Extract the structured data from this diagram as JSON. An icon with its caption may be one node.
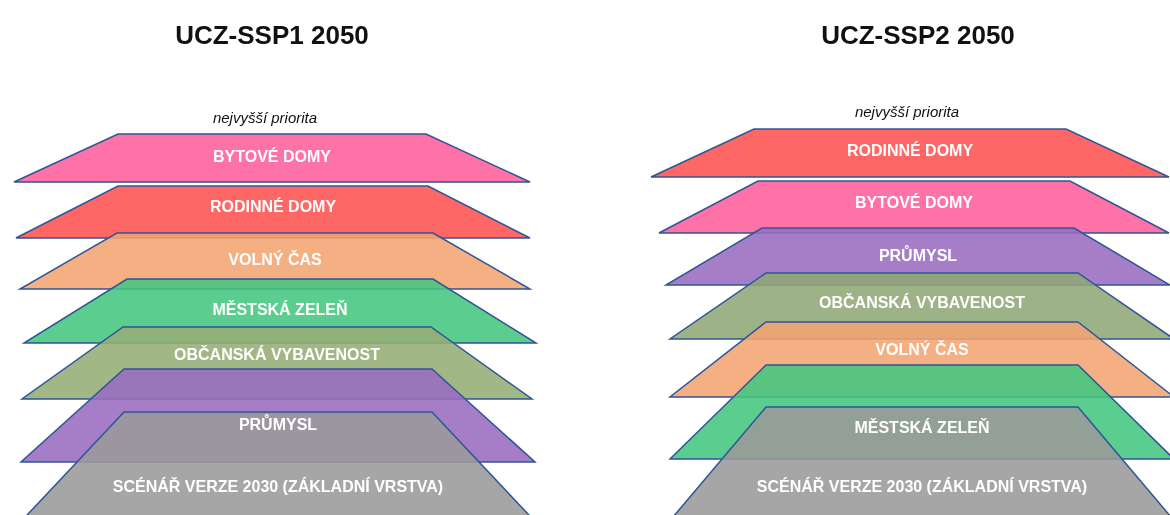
{
  "diagram": {
    "nodes": [
      {
        "text": [
          "BYTOVÉ DOMY"
        ]
      },
      {
        "text": [
          "RODINNÉ DOMY"
        ]
      },
      {
        "text": [
          "VOLNÝ ČAS"
        ]
      },
      {
        "text": [
          "MĚSTSKÁ ZELEŇ"
        ]
      },
      {
        "text": [
          "OBČANSKÁ VYBAVENOST"
        ]
      },
      {
        "text": [
          "PRŮMYSL"
        ]
      },
      {
        "text": [
          "SCÉNÁŘ VERZE 2030 (ZÁKLADNÍ VRSTVA)"
        ]
      },
      {
        "text": [
          "RODINNÉ DOMY"
        ]
      },
      {
        "text": [
          "BYTOVÉ DOMY"
        ]
      },
      {
        "text": [
          "PRŮMYSL"
        ]
      },
      {
        "text": [
          "OBČANSKÁ VYBAVENOST"
        ]
      },
      {
        "text": [
          "VOLNÝ ČAS"
        ]
      },
      {
        "text": [
          "MĚSTSKÁ ZELEŇ"
        ]
      },
      {
        "text": [
          "SCÉNÁŘ VERZE 2030 (ZÁKLADNÍ VRSTVA)"
        ]
      }
    ],
    "labels": [
      "UCZ-SSP1 2050",
      "UCZ-SSP2 2050",
      "nejvyšší priorita",
      "nejvyšší priorita"
    ]
  }
}
